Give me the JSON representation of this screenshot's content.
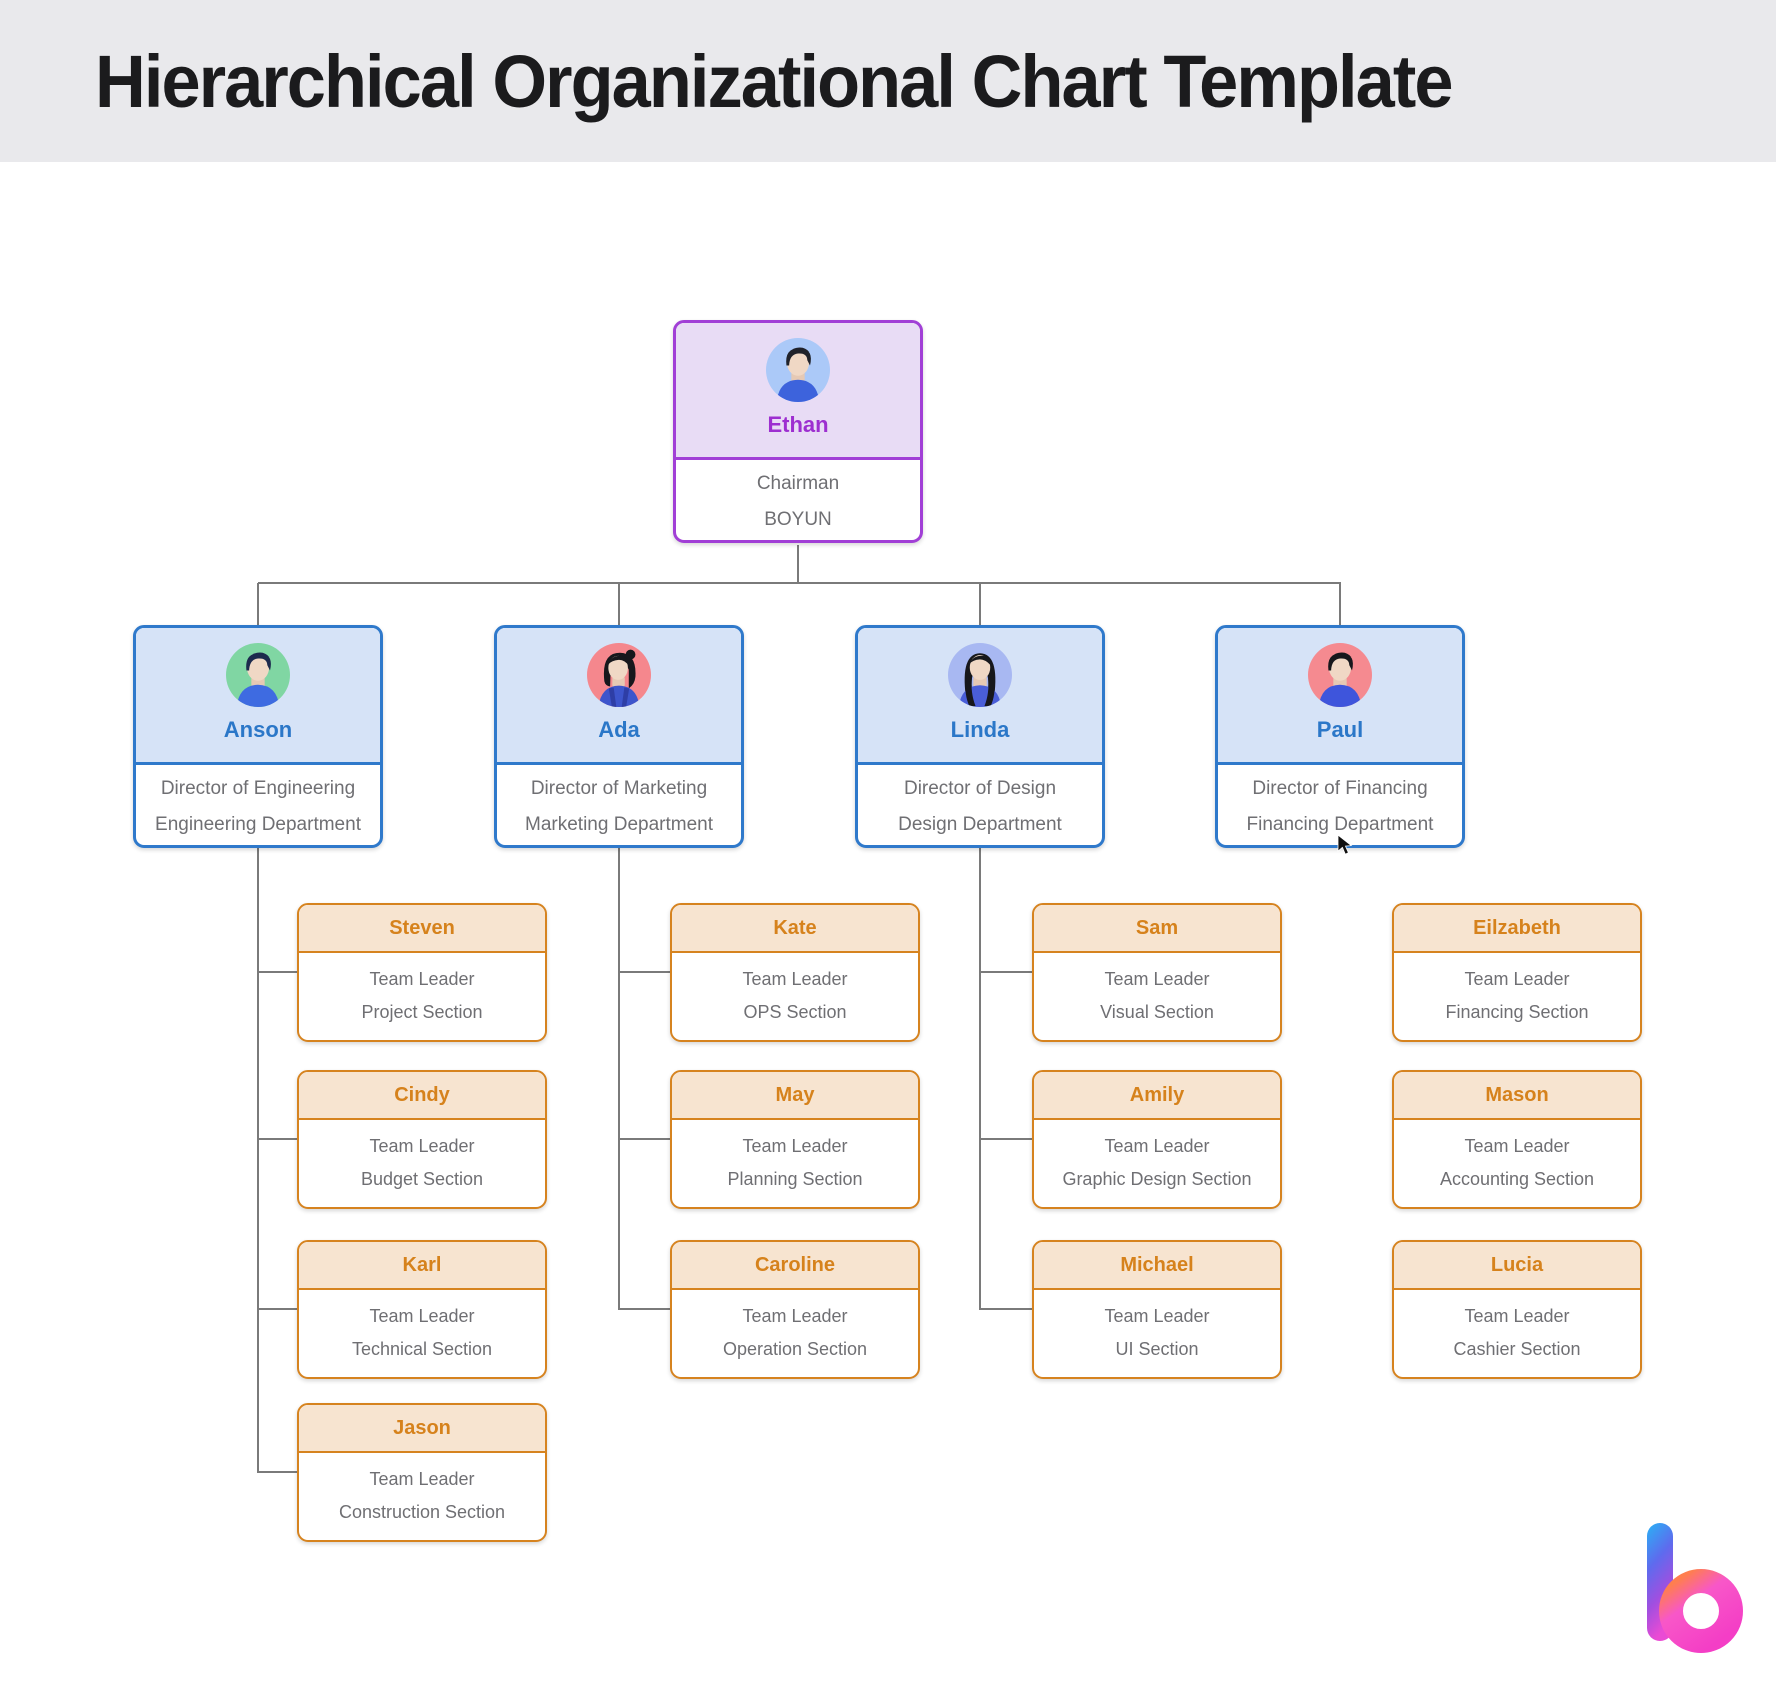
{
  "title": "Hierarchical Organizational Chart Template",
  "brand": {
    "logo": "boyun-b-logo"
  },
  "colors": {
    "banner_bg": "#e9e9ec",
    "root_border": "#a13fd6",
    "root_header_bg": "#e8dcf5",
    "root_name_text": "#9d2fd0",
    "director_border": "#2f79cb",
    "director_header_bg": "#d6e3f7",
    "director_name_text": "#2b77c8",
    "leader_border": "#d6831f",
    "leader_header_bg": "#f7e4d0",
    "leader_name_text": "#d6821c",
    "body_text": "#6f6f73",
    "connector": "#7a7a7a"
  },
  "nodes": {
    "ethan": {
      "name": "Ethan",
      "line1": "Chairman",
      "line2": "BOYUN",
      "avatar": {
        "style": "male-short",
        "bg": "#abc9f8",
        "shirt": "#3d63dc",
        "hair": "#20222a"
      }
    },
    "anson": {
      "name": "Anson",
      "line1": "Director of Engineering",
      "line2": "Engineering Department",
      "avatar": {
        "style": "male-short",
        "bg": "#80d6a3",
        "shirt": "#3e6be1",
        "hair": "#1d2a4d"
      }
    },
    "ada": {
      "name": "Ada",
      "line1": "Director of Marketing",
      "line2": "Marketing Department",
      "avatar": {
        "style": "female-bun",
        "bg": "#f5878d",
        "shirt": "#3d55cc",
        "accent": "#2e3ea6",
        "hair": "#17171c"
      }
    },
    "linda": {
      "name": "Linda",
      "line1": "Director of Design",
      "line2": "Design Department",
      "avatar": {
        "style": "female-long",
        "bg": "#a8b8f2",
        "shirt": "#4a5ed8",
        "hair": "#17171c"
      }
    },
    "paul": {
      "name": "Paul",
      "line1": "Director of Financing",
      "line2": "Financing Department",
      "avatar": {
        "style": "male-short",
        "bg": "#f58a90",
        "shirt": "#3e55dc",
        "hair": "#17171c"
      }
    },
    "steven": {
      "name": "Steven",
      "line1": "Team Leader",
      "line2": "Project Section"
    },
    "cindy": {
      "name": "Cindy",
      "line1": "Team Leader",
      "line2": "Budget Section"
    },
    "karl": {
      "name": "Karl",
      "line1": "Team Leader",
      "line2": "Technical Section"
    },
    "jason": {
      "name": "Jason",
      "line1": "Team Leader",
      "line2": "Construction Section"
    },
    "kate": {
      "name": "Kate",
      "line1": "Team Leader",
      "line2": "OPS Section"
    },
    "may": {
      "name": "May",
      "line1": "Team Leader",
      "line2": "Planning Section"
    },
    "caroline": {
      "name": "Caroline",
      "line1": "Team Leader",
      "line2": "Operation Section"
    },
    "sam": {
      "name": "Sam",
      "line1": "Team Leader",
      "line2": "Visual Section"
    },
    "amily": {
      "name": "Amily",
      "line1": "Team Leader",
      "line2": "Graphic Design Section"
    },
    "michael": {
      "name": "Michael",
      "line1": "Team Leader",
      "line2": "UI Section"
    },
    "eilzabeth": {
      "name": "Eilzabeth",
      "line1": "Team Leader",
      "line2": "Financing Section"
    },
    "mason": {
      "name": "Mason",
      "line1": "Team Leader",
      "line2": "Accounting Section"
    },
    "lucia": {
      "name": "Lucia",
      "line1": "Team Leader",
      "line2": "Cashier Section"
    }
  }
}
